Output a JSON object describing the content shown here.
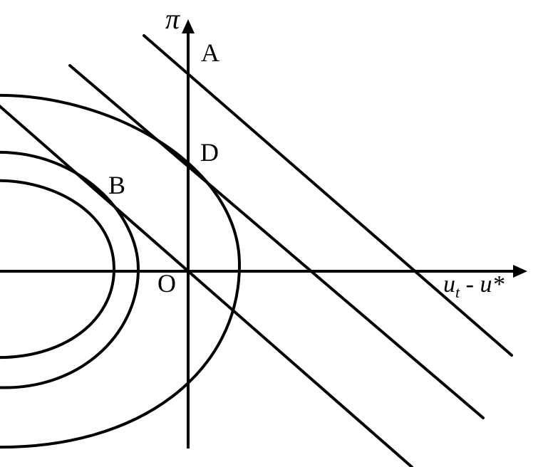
{
  "axes": {
    "y_label": "π",
    "x_label": {
      "main": "u",
      "subscript": "t",
      "rest": " - u*"
    }
  },
  "points": {
    "A": "A",
    "D": "D",
    "B": "B",
    "O": "O"
  },
  "colors": {
    "stroke": "#000000",
    "background": "#ffffff"
  }
}
